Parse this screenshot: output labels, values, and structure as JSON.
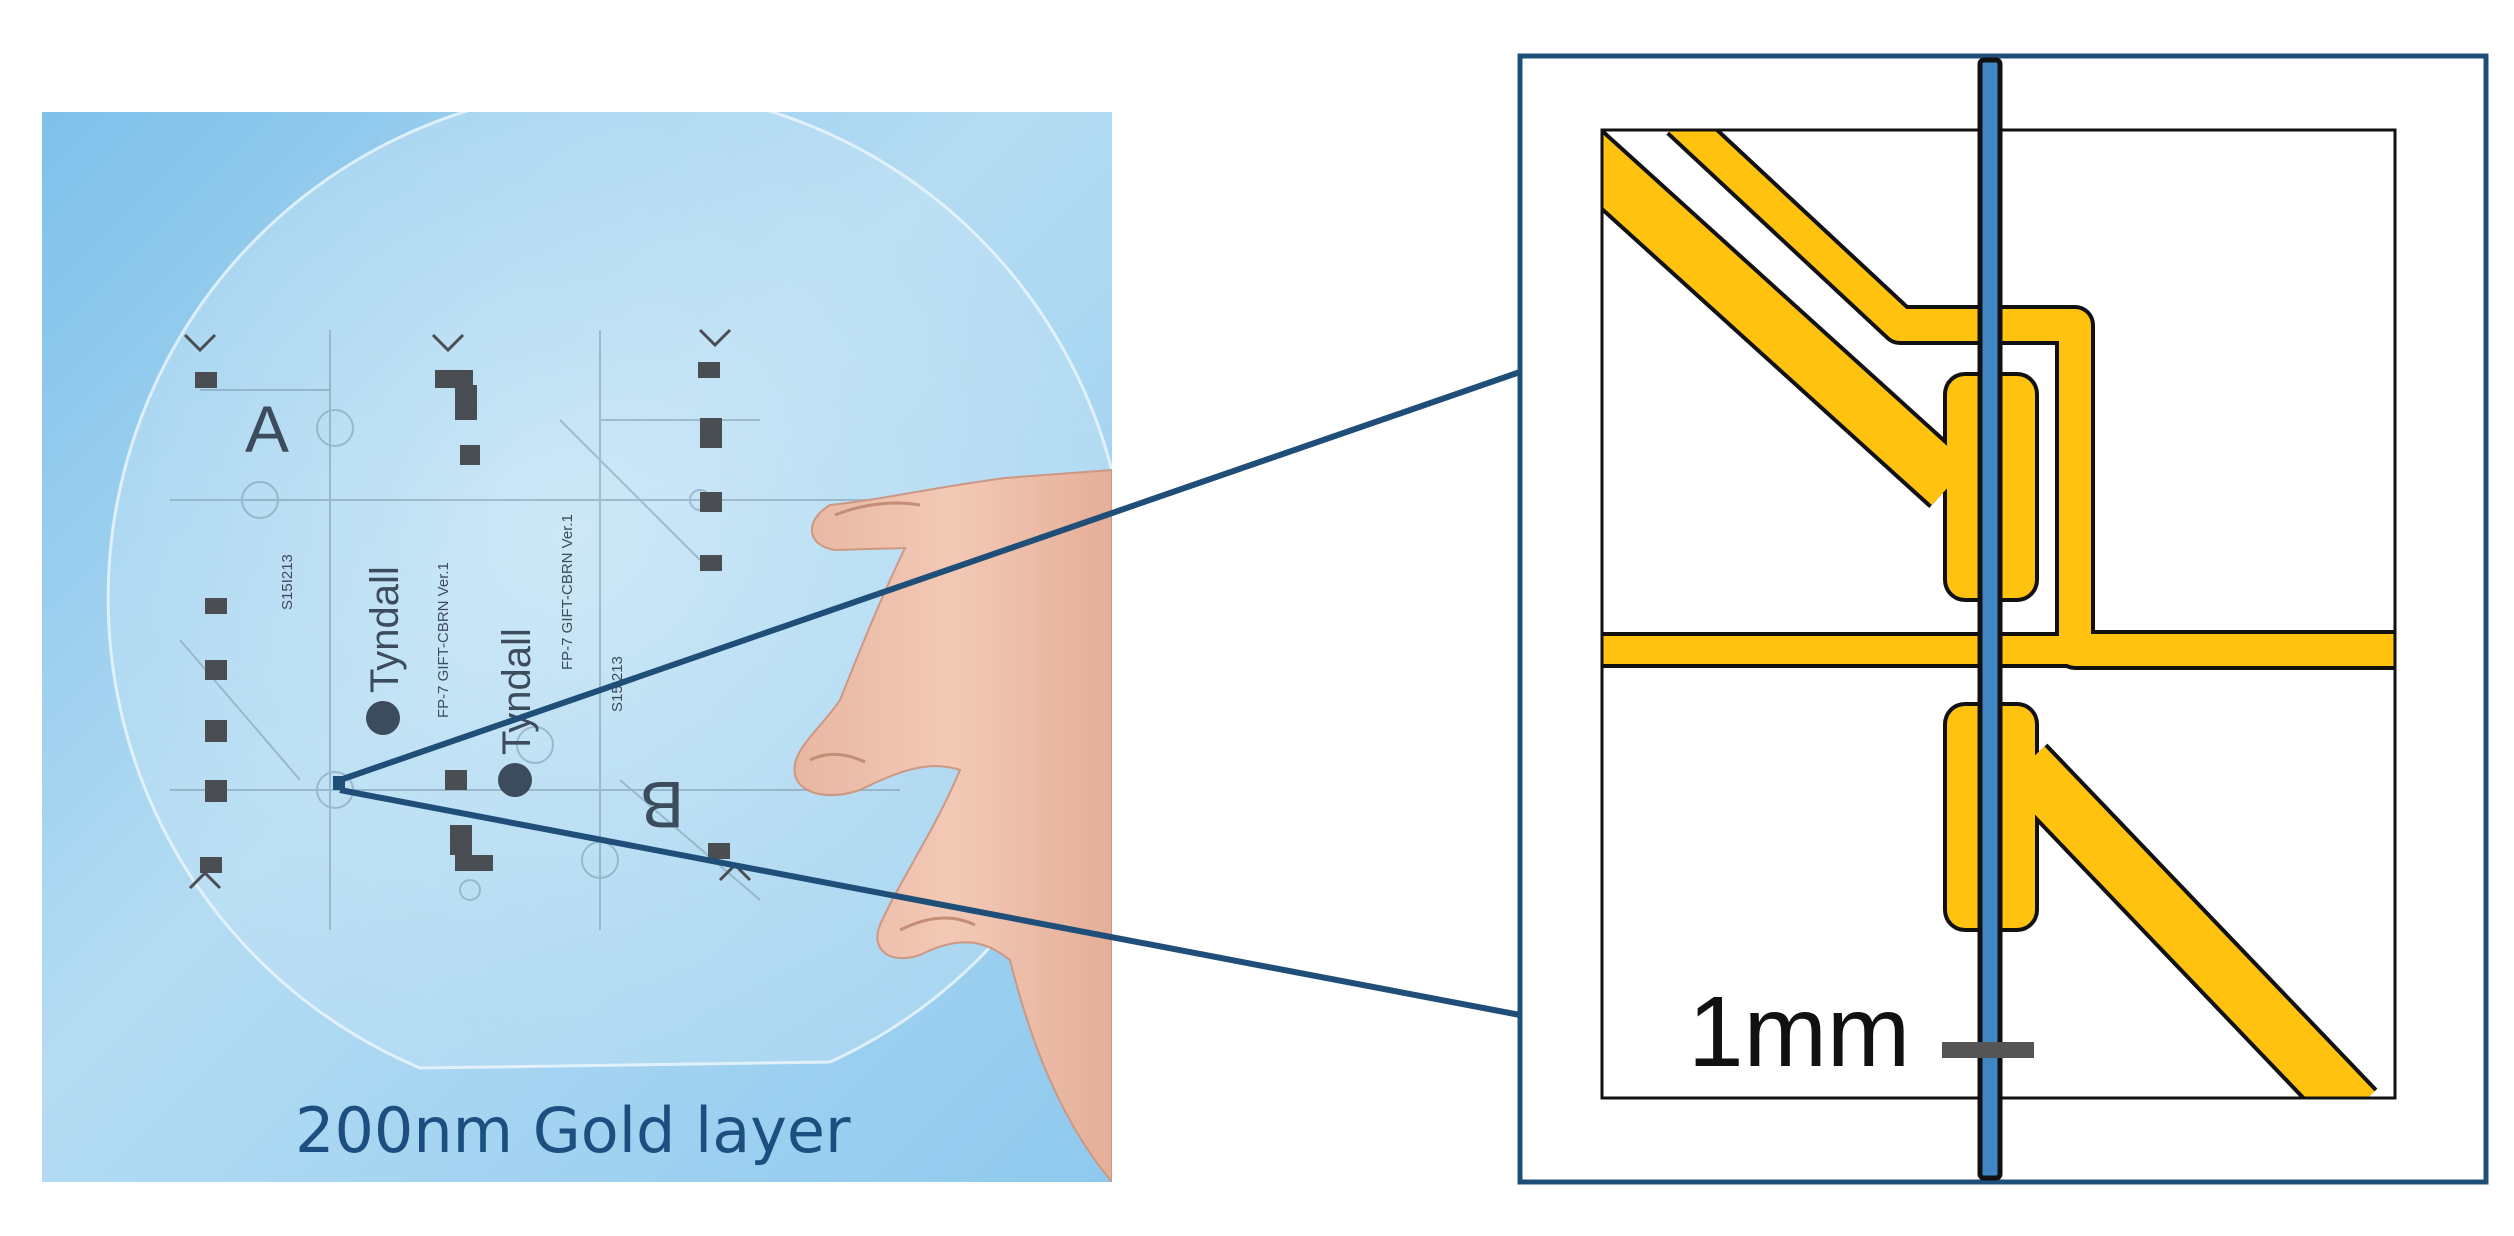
{
  "photo": {
    "caption": "200nm Gold layer",
    "wafer": {
      "label_a": "A",
      "label_b": "B",
      "logo_text_1": "Tyndall",
      "logo_text_2": "Tyndall",
      "subtext_1": "FP-7 GIFT-CBRN Ver.1",
      "subtext_2": "FP-7 GIFT-CBRN Ver.1",
      "code_1": "S15I213",
      "code_2": "S15I213"
    }
  },
  "inset": {
    "scale_bar_label": "1mm"
  },
  "colors": {
    "background_blue": "#9fd0ee",
    "gold_trace": "#ffc20e",
    "frame_navy": "#1f4e79",
    "fiber_blue": "#3f86c3",
    "scale_gray": "#555555"
  }
}
